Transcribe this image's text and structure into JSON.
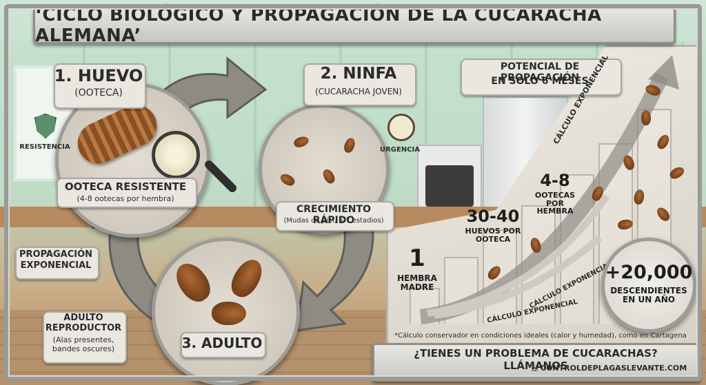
{
  "title": "‘CICLO BIOLÓGICO Y PROPAGACIÓN DE LA CUCARACHA ALEMANA’",
  "cycle": {
    "egg": {
      "heading": "1. HUEVO",
      "sub": "(OOTECA)",
      "caption": "OOTECA RESISTENTE",
      "detail": "(4-8 ootecas por hembra)"
    },
    "nymph": {
      "heading": "2. NINFA",
      "sub": "(CUCARACHA JOVEN)",
      "caption": "CRECIMIENTO RÁPIDO",
      "detail": "(Mudas de piel, 5-7 estadios)"
    },
    "adult": {
      "heading": "3. ADULTO"
    }
  },
  "badges": {
    "resistance": {
      "label": "RESISTENCIA",
      "icon": "shield-icon"
    },
    "urgency": {
      "label": "URGENCIA",
      "icon": "stopwatch-icon"
    }
  },
  "side_labels": {
    "exponential": "PROPAGACIÓN EXPONENCIAL",
    "adult_title": "ADULTO REPRODUCTOR",
    "adult_detail": "(Alas presentes, bandes oscures)"
  },
  "propagation": {
    "heading_line1": "POTENCIAL DE PROPAGACIÓN",
    "heading_line2": "EN SOLO 6 MESES",
    "exponential_label": "CÁLCULO EXPONENCIAL",
    "steps": [
      {
        "value": "1",
        "label": "HEMBRA MADRE"
      },
      {
        "value": "30-40",
        "label": "HUEVOS POR OOTECA"
      },
      {
        "value": "4-8",
        "label": "OOTECAS POR HEMBRA"
      }
    ],
    "total_value": "+20,000",
    "total_label": "DESCENDIENTES EN UN AÑO",
    "footnote": "*Cálculo conservador en condiciones ideales (calor y humedad), como en Cartagena"
  },
  "cta": {
    "text": "¿TIENES UN PROBLEMA DE CUCARACHAS? LLÁMANOS",
    "website": "CONTROLDEPLAGASLEVANTE.COM",
    "icon": "phone-icon"
  },
  "colors": {
    "roach": "#8a4a1e",
    "panel": "#e9e7df",
    "frame": "#9a9a96",
    "kitchen": "#b9d8c4"
  }
}
